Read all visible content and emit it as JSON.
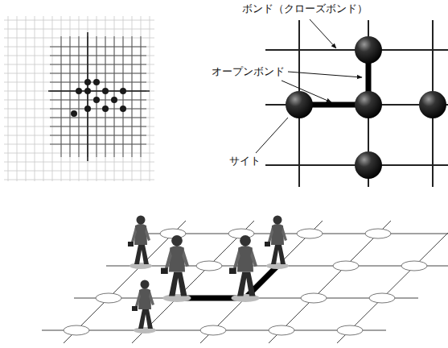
{
  "diagram": {
    "labels": [
      "ボンド（クローズボンド）",
      "オープンボンド",
      "サイト"
    ]
  }
}
